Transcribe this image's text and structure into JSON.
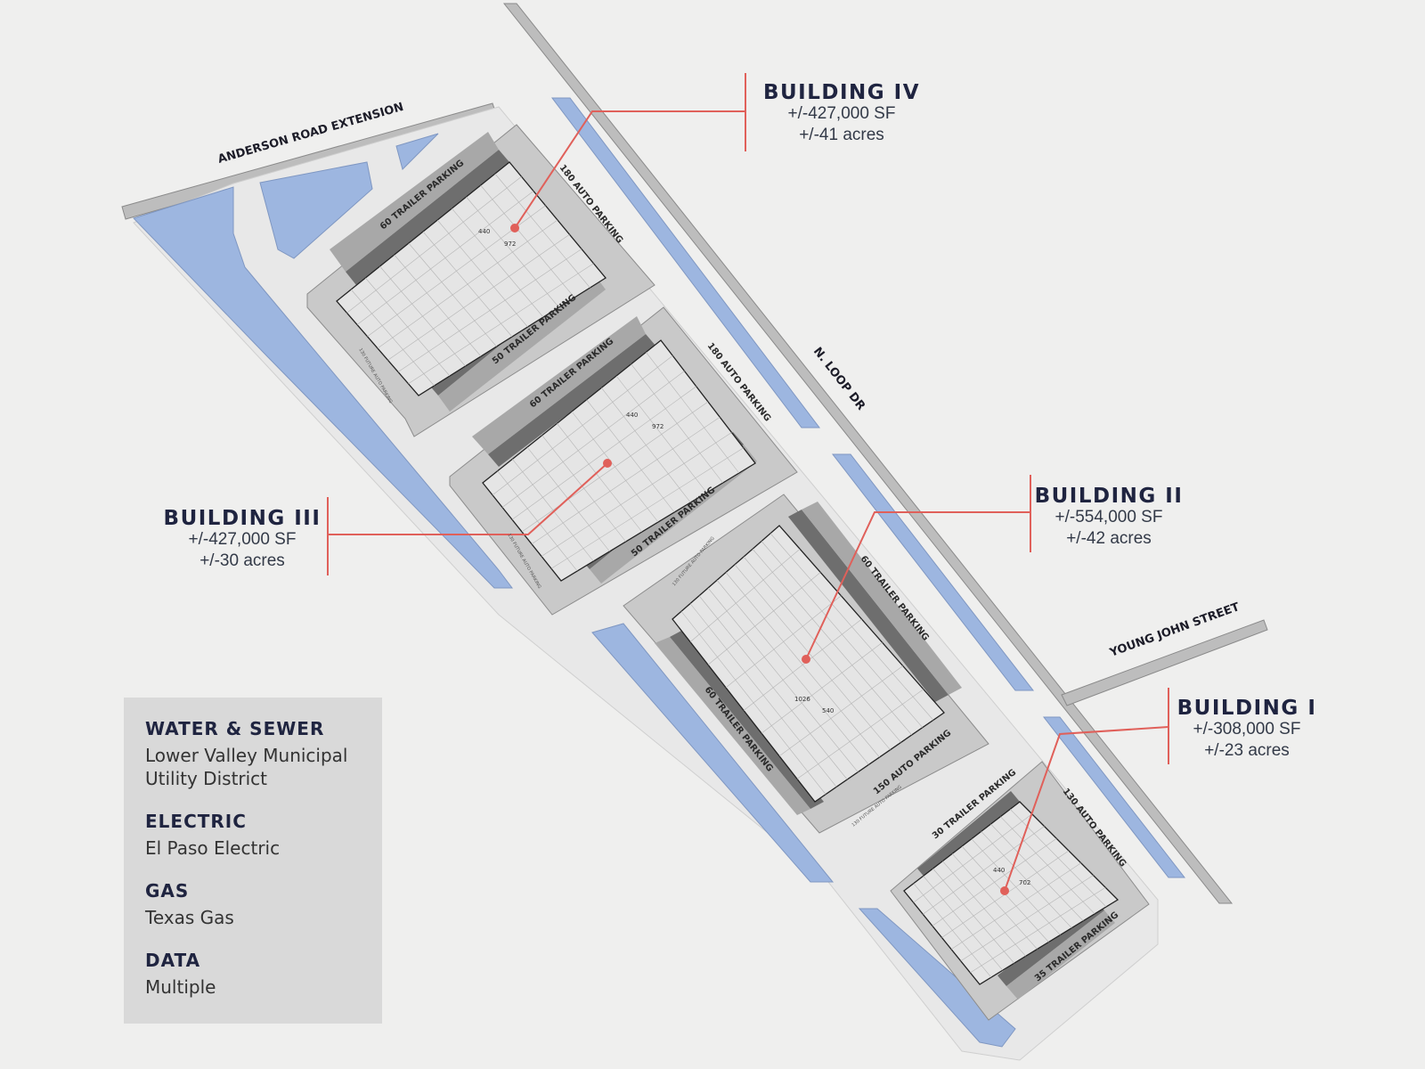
{
  "roads": {
    "anderson": "ANDERSON ROAD EXTENSION",
    "loop": "N. LOOP DR",
    "young_john": "YOUNG JOHN STREET"
  },
  "buildings": [
    {
      "title": "BUILDING IV",
      "sf": "+/-427,000 SF",
      "acres": "+/-41 acres"
    },
    {
      "title": "BUILDING III",
      "sf": "+/-427,000 SF",
      "acres": "+/-30 acres"
    },
    {
      "title": "BUILDING II",
      "sf": "+/-554,000 SF",
      "acres": "+/-42 acres"
    },
    {
      "title": "BUILDING I",
      "sf": "+/-308,000 SF",
      "acres": "+/-23 acres"
    }
  ],
  "parking": {
    "b4_trailer_top": "60 TRAILER PARKING",
    "b4_auto": "180 AUTO PARKING",
    "b4_trailer_bottom": "50 TRAILER PARKING",
    "b3_trailer_top": "60 TRAILER PARKING",
    "b3_auto": "180 AUTO PARKING",
    "b3_trailer_bottom": "50 TRAILER PARKING",
    "b2_trailer_right": "60 TRAILER PARKING",
    "b2_trailer_left": "60 TRAILER PARKING",
    "b2_auto": "150 AUTO PARKING",
    "b1_trailer_top": "30 TRAILER PARKING",
    "b1_auto": "130 AUTO PARKING",
    "b1_trailer_bottom": "35 TRAILER PARKING"
  },
  "dimensions": {
    "b4": [
      "440",
      "972"
    ],
    "b3": [
      "440",
      "972"
    ],
    "b2": [
      "1026",
      "540"
    ],
    "b1": [
      "440",
      "702"
    ]
  },
  "future_parking": "130 FUTURE AUTO PARKING",
  "utilities": [
    {
      "heading": "WATER & SEWER",
      "value": "Lower Valley Municipal Utility District"
    },
    {
      "heading": "ELECTRIC",
      "value": "El Paso Electric"
    },
    {
      "heading": "GAS",
      "value": "Texas Gas"
    },
    {
      "heading": "DATA",
      "value": "Multiple"
    }
  ],
  "colors": {
    "background": "#efefee",
    "road": "#c6c6c6",
    "road_edge": "#8c8c8c",
    "pond": "#9db6e0",
    "building": "#e3e3e3",
    "dock": "#6e6e6e",
    "callout_line": "#e0605a",
    "panel": "#d9d9d9"
  }
}
